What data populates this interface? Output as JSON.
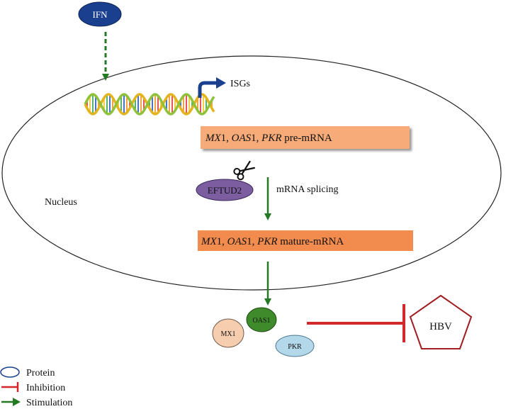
{
  "ifn": {
    "label": "IFN",
    "color": "#1b3f8f"
  },
  "isgs": {
    "label": "ISGs"
  },
  "nucleus": {
    "label": "Nucleus"
  },
  "pre_mrna": {
    "parts": [
      {
        "text": "MX",
        "italic": true
      },
      {
        "text": "1, ",
        "italic": false
      },
      {
        "text": "OAS",
        "italic": true
      },
      {
        "text": "1, ",
        "italic": false
      },
      {
        "text": "PKR",
        "italic": true
      },
      {
        "text": " pre-mRNA",
        "italic": false
      }
    ],
    "color": "#f6ab78"
  },
  "mature_mrna": {
    "parts": [
      {
        "text": "MX",
        "italic": true
      },
      {
        "text": "1, ",
        "italic": false
      },
      {
        "text": "OAS",
        "italic": true
      },
      {
        "text": "1, ",
        "italic": false
      },
      {
        "text": "PKR",
        "italic": true
      },
      {
        "text": " mature-mRNA",
        "italic": false
      }
    ],
    "color": "#f18b4e"
  },
  "eftud2": {
    "label": "EFTUD2",
    "color": "#7b5da0"
  },
  "splicing": {
    "label": "mRNA splicing"
  },
  "proteins": {
    "oas1": {
      "label": "OAS1",
      "color": "#3f8a2b"
    },
    "mx1": {
      "label": "MX1",
      "color": "#f7cdb0"
    },
    "pkr": {
      "label": "PKR",
      "color": "#b3d8ea"
    }
  },
  "hbv": {
    "label": "HBV",
    "color": "#a01e22"
  },
  "colors": {
    "stimulation": "#237a23",
    "inhibition": "#d2272b",
    "isg_arrow": "#1b3f8f"
  },
  "legend": {
    "protein": "Protein",
    "inhibition": "Inhibition",
    "stimulation": "Stimulation"
  }
}
